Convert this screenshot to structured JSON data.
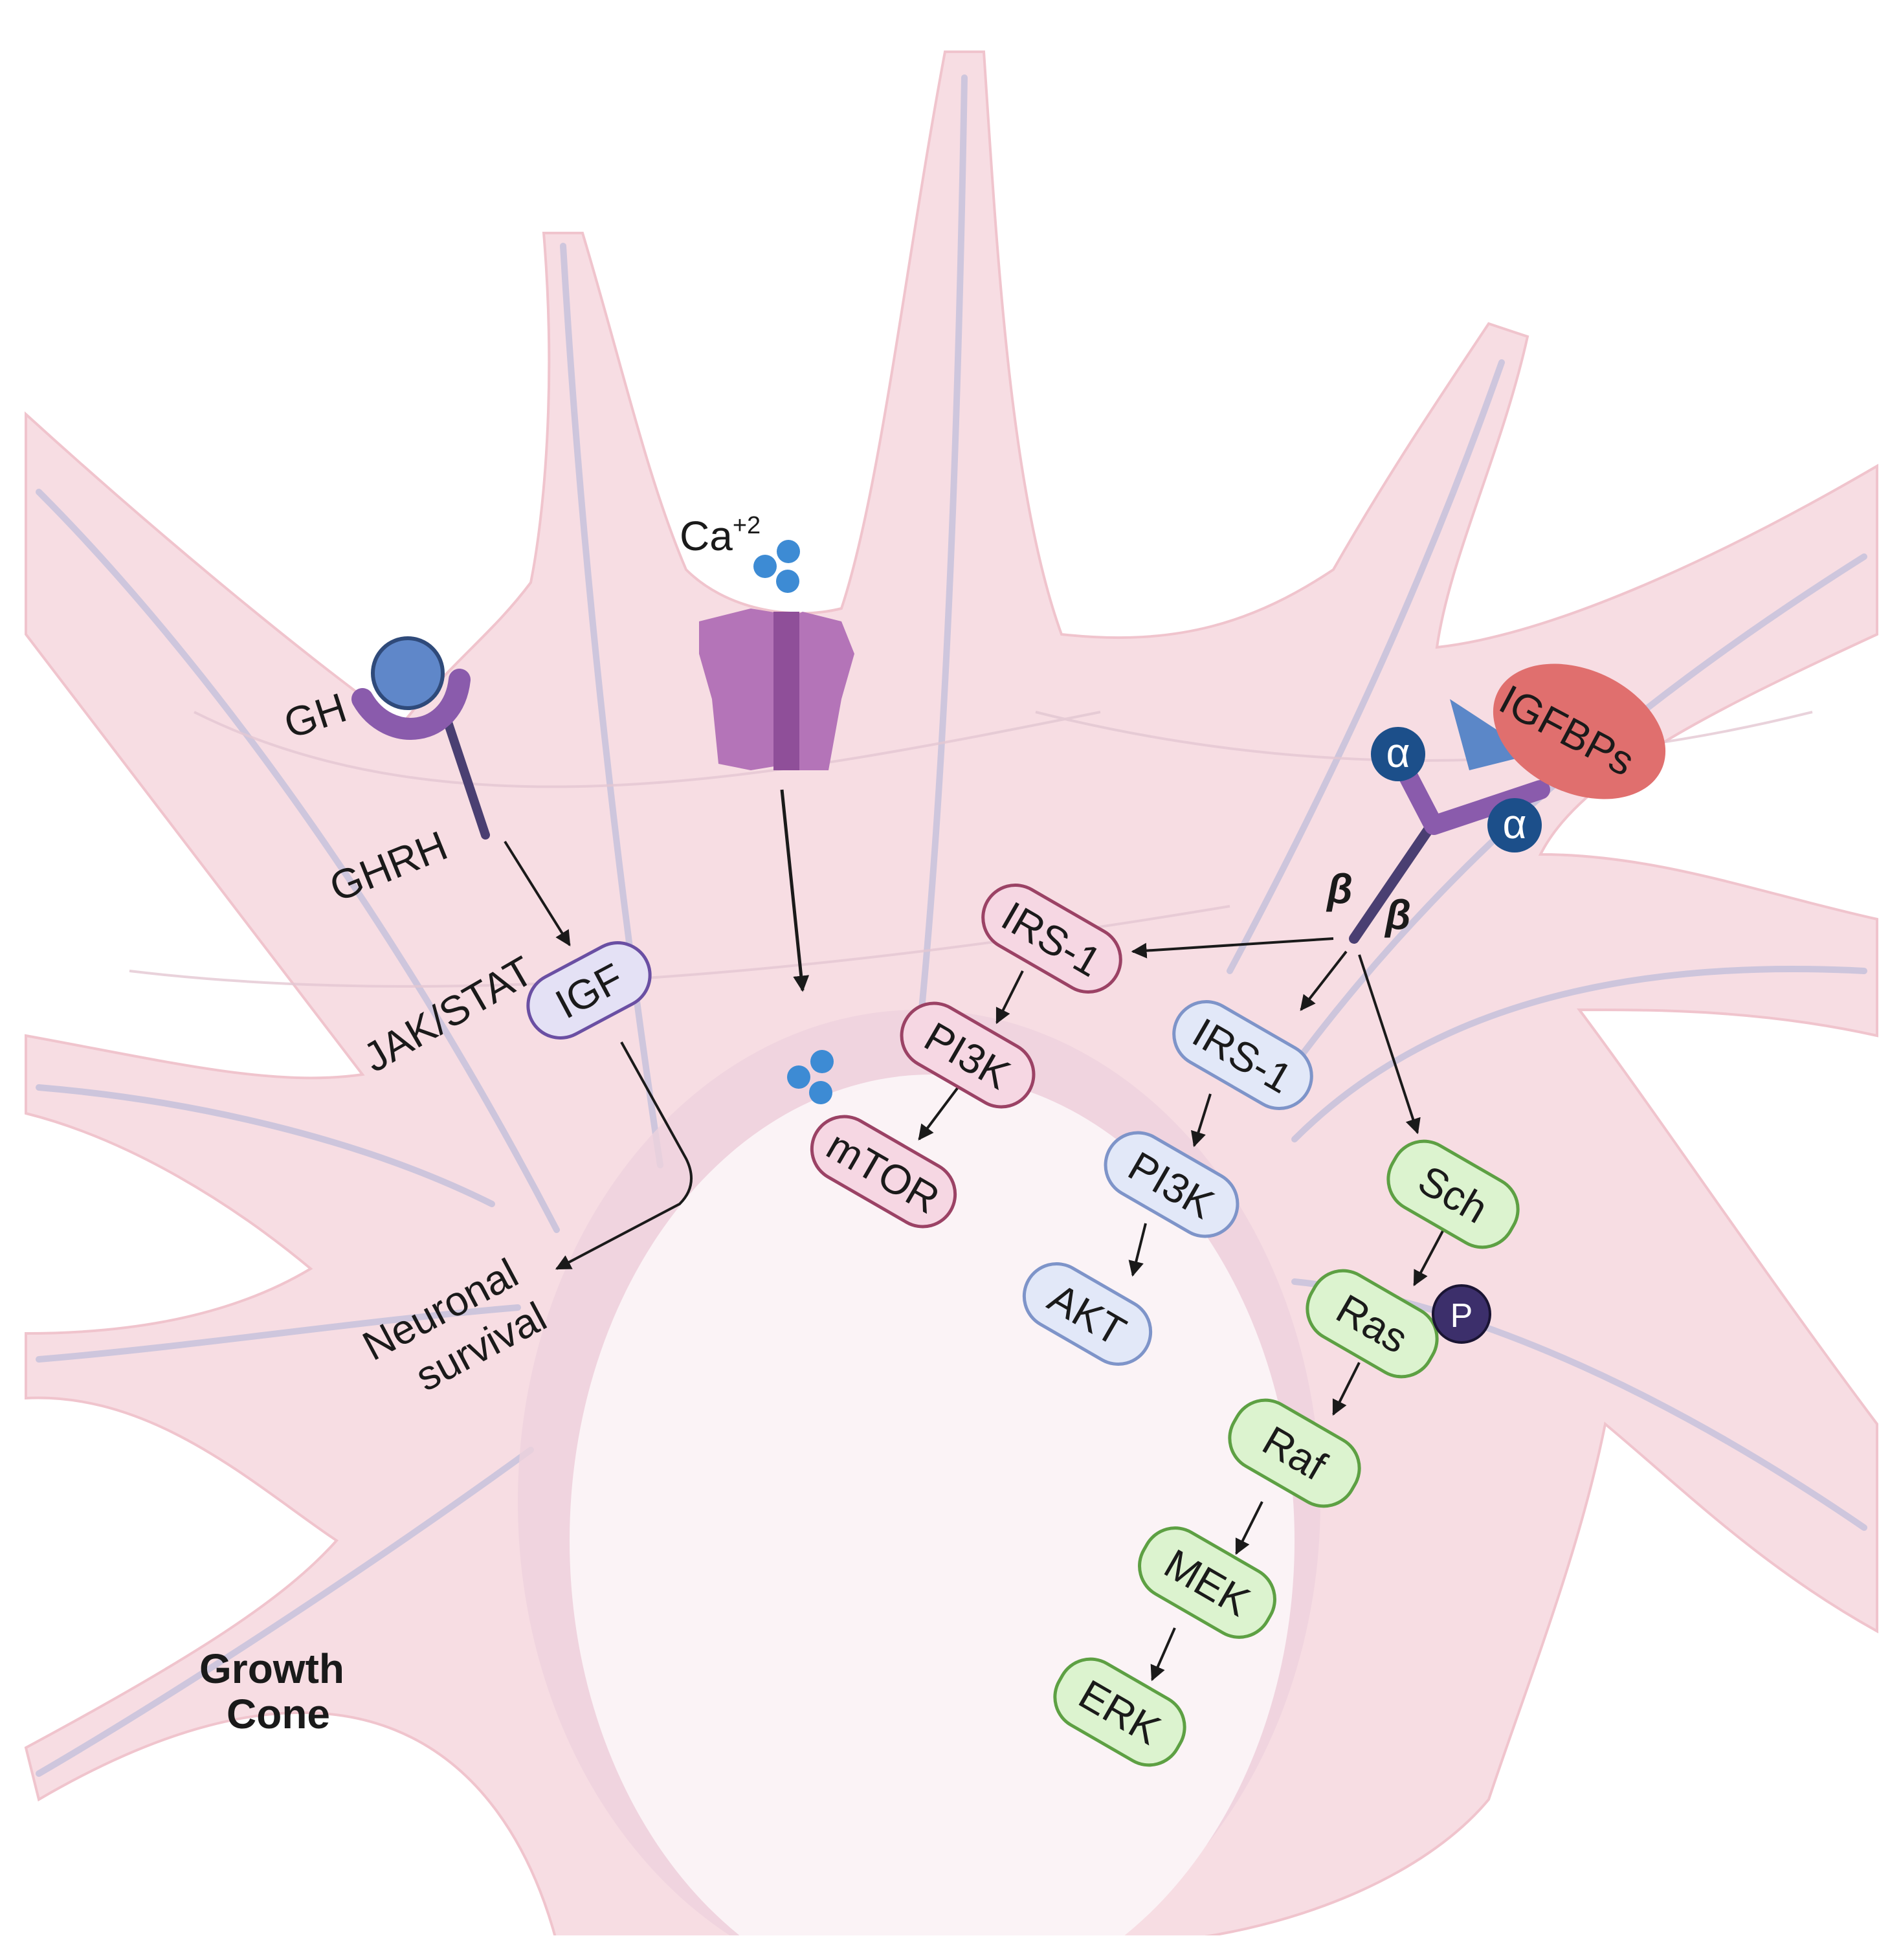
{
  "labels": {
    "gh": "GH",
    "ghrh": "GHRH",
    "jak_stat": "JAK/STAT",
    "ca": "Ca",
    "ca_sup": "+2",
    "neuronal": "Neuronal",
    "survival": "survival",
    "growth": "Growth",
    "cone": "Cone",
    "beta_left": "β",
    "beta_right": "β",
    "alpha_left": "α",
    "alpha_right": "α",
    "phospho": "P",
    "igfbps": "IGFBPs"
  },
  "nodes": {
    "igf": "IGF",
    "irs1_pink": "IRS-1",
    "pi3k_pink": "PI3K",
    "mtor": "mTOR",
    "irs1_blue": "IRS-1",
    "pi3k_blue": "PI3K",
    "akt": "AKT",
    "sch": "Sch",
    "ras": "Ras",
    "raf": "Raf",
    "mek": "MEK",
    "erk": "ERK"
  },
  "colors": {
    "cell_fill": "#f7dde3",
    "cell_stroke": "#f0c4cd",
    "nucleus_fill": "#fbf3f6",
    "nucleus_ring": "#e9cbd9",
    "microtubule": "#c9c3dc",
    "pink_node_fill": "#f6d7e3",
    "pink_node_stroke": "#9b4265",
    "blue_node_fill": "#e2e8f8",
    "blue_node_stroke": "#7e94c9",
    "green_node_fill": "#dcf3cf",
    "green_node_stroke": "#5da043",
    "igf_fill": "#e4e1f5",
    "igf_stroke": "#6a4fa3",
    "receptor_purple": "#8a5bac",
    "receptor_stem": "#4a3f72",
    "gh_ball": "#5f87c9",
    "calcium": "#3d8bd4",
    "channel": "#b474b8",
    "igfbps_fill": "#e06f6e",
    "alpha_circle": "#1c4f8a",
    "igf_triangle": "#5b87c8",
    "phospho_fill": "#3c2f6b"
  },
  "icons": [
    "gh-receptor-icon",
    "calcium-channel-icon",
    "calcium-ion-icon",
    "igf1-receptor-icon",
    "phosphate-icon"
  ]
}
